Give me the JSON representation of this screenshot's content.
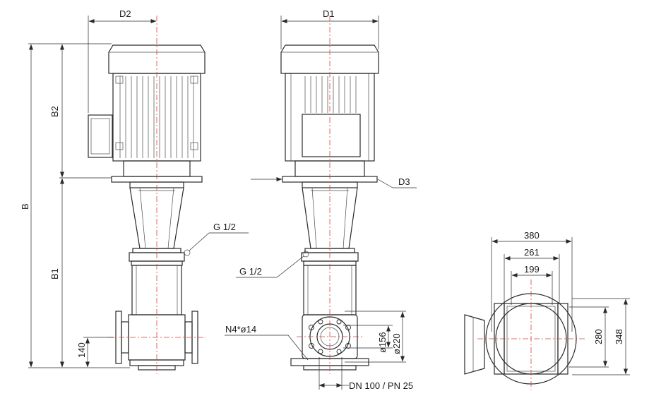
{
  "labels": {
    "d1": "D1",
    "d2": "D2",
    "d3": "D3",
    "b": "B",
    "b1": "B1",
    "b2": "B2",
    "g12_left": "G 1/2",
    "g12_mid": "G 1/2",
    "h140": "140",
    "n4": "N4*ø14",
    "dia156": "ø156",
    "dia220": "ø220",
    "dn": "DN 100 / PN 25",
    "w380": "380",
    "w261": "261",
    "w199": "199",
    "h280": "280",
    "h348": "348"
  }
}
